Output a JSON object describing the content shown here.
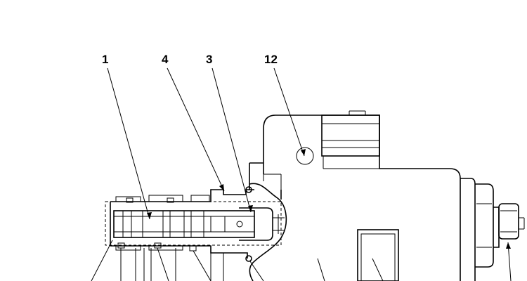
{
  "callouts": [
    {
      "id": "c1",
      "label": "1"
    },
    {
      "id": "c4",
      "label": "4"
    },
    {
      "id": "c3",
      "label": "3"
    },
    {
      "id": "c12",
      "label": "12"
    }
  ]
}
